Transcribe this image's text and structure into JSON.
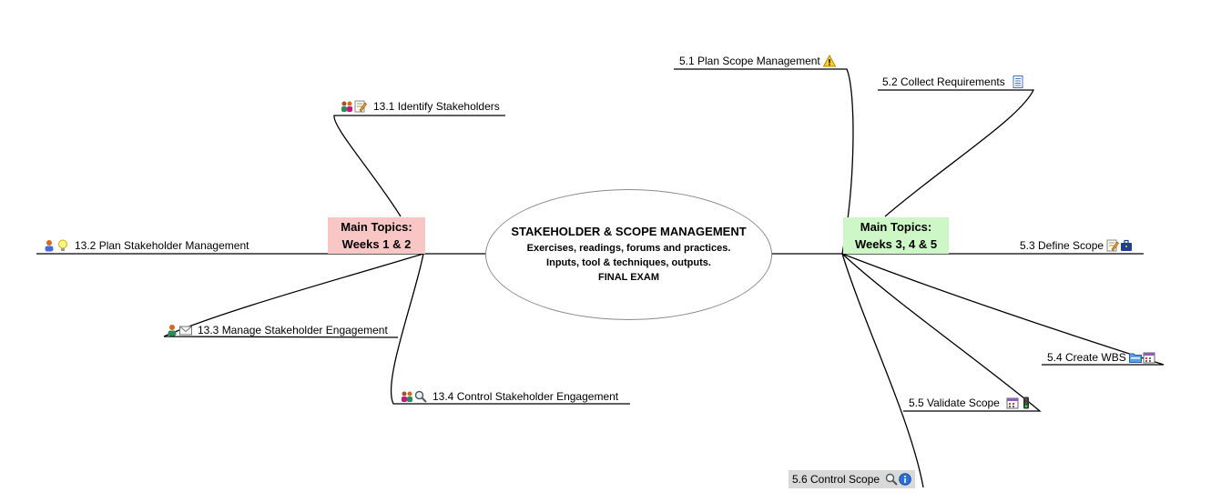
{
  "center": {
    "title": "STAKEHOLDER & SCOPE MANAGEMENT",
    "lines": [
      "Exercises, readings, forums and practices.",
      "Inputs, tool & techniques, outputs.",
      "FINAL EXAM"
    ]
  },
  "hubs": {
    "left": {
      "line1": "Main Topics:",
      "line2": "Weeks 1 & 2",
      "color": "#f9c6c6"
    },
    "right": {
      "line1": "Main Topics:",
      "line2": "Weeks 3, 4 &  5",
      "color": "#cdf7c6"
    }
  },
  "stakeholder_topics": [
    {
      "label": "13.1 Identify Stakeholders",
      "icons": [
        "people-icon",
        "edit-note-icon"
      ]
    },
    {
      "label": "13.2 Plan Stakeholder Management",
      "icons": [
        "person-icon",
        "lightbulb-icon"
      ]
    },
    {
      "label": "13.3 Manage Stakeholder Engagement",
      "icons": [
        "person-icon",
        "envelope-icon"
      ]
    },
    {
      "label": "13.4 Control Stakeholder Engagement",
      "icons": [
        "people-icon",
        "magnifier-icon"
      ]
    }
  ],
  "scope_topics": [
    {
      "label": "5.1 Plan Scope Management",
      "icons": [
        "warning-icon"
      ]
    },
    {
      "label": "5.2 Collect Requirements",
      "icons": [
        "list-document-icon"
      ]
    },
    {
      "label": "5.3 Define Scope",
      "icons": [
        "edit-note-icon",
        "briefcase-icon"
      ]
    },
    {
      "label": "5.4 Create WBS",
      "icons": [
        "folder-icon",
        "calendar-icon"
      ]
    },
    {
      "label": "5.5 Validate Scope",
      "icons": [
        "calendar-icon",
        "traffic-light-icon"
      ]
    },
    {
      "label": "5.6 Control Scope",
      "icons": [
        "magnifier-icon",
        "info-icon"
      ]
    }
  ]
}
